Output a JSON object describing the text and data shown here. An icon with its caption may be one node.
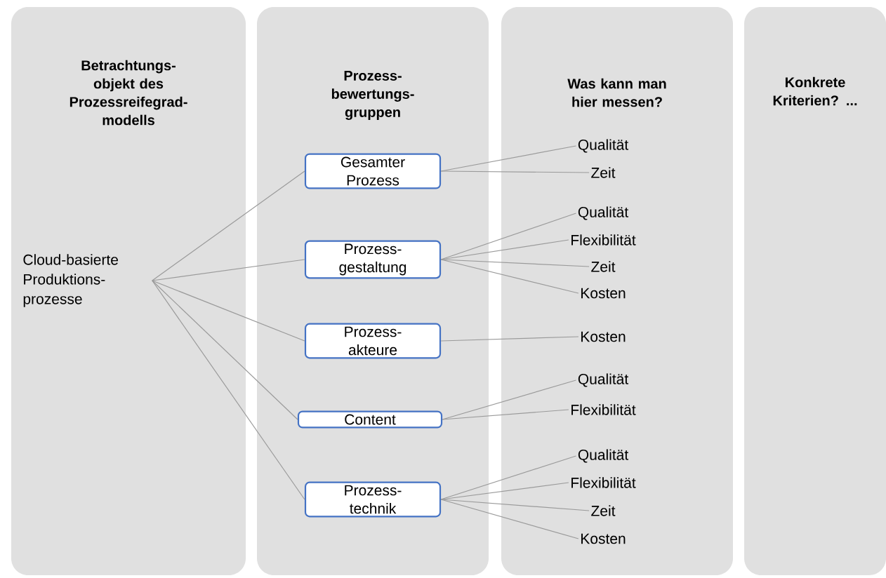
{
  "diagram": {
    "nodes": [
      {
        "text": [
          "Betrachtungs- objekt des Prozessreifegrad- modells"
        ]
      },
      {
        "text": [
          "Prozess- bewertungs- gruppen"
        ]
      },
      {
        "text": [
          "Was kann man hier messen?"
        ]
      },
      {
        "text": [
          "Konkrete Kriterien? ..."
        ]
      },
      {
        "text": [
          "Cloud-basierte Produktions- prozesse"
        ],
        "in": 0
      },
      {
        "text": [
          "Gesamter Prozess"
        ],
        "in": 1
      },
      {
        "text": [
          "Prozess- gestaltung"
        ],
        "in": 1
      },
      {
        "text": [
          "Prozess- akteure"
        ],
        "in": 1
      },
      {
        "text": [
          "Content"
        ],
        "in": 1
      },
      {
        "text": [
          "Prozess- technik"
        ],
        "in": 1
      },
      {
        "text": [
          "Qualität"
        ],
        "in": 2
      },
      {
        "text": [
          "Zeit"
        ],
        "in": 2
      },
      {
        "text": [
          "Qualität"
        ],
        "in": 2
      },
      {
        "text": [
          "Flexibilität"
        ],
        "in": 2
      },
      {
        "text": [
          "Zeit"
        ],
        "in": 2
      },
      {
        "text": [
          "Kosten"
        ],
        "in": 2
      },
      {
        "text": [
          "Kosten"
        ],
        "in": 2
      },
      {
        "text": [
          "Qualität"
        ],
        "in": 2
      },
      {
        "text": [
          "Flexibilität"
        ],
        "in": 2
      },
      {
        "text": [
          "Qualität"
        ],
        "in": 2
      },
      {
        "text": [
          "Flexibilität"
        ],
        "in": 2
      },
      {
        "text": [
          "Zeit"
        ],
        "in": 2
      },
      {
        "text": [
          "Kosten"
        ],
        "in": 2
      }
    ],
    "edges": [
      {
        "from": 4,
        "to": 5,
        "arrow": "none"
      },
      {
        "from": 4,
        "to": 6,
        "arrow": "none"
      },
      {
        "from": 4,
        "to": 7,
        "arrow": "none"
      },
      {
        "from": 4,
        "to": 8,
        "arrow": "none"
      },
      {
        "from": 4,
        "to": 9,
        "arrow": "none"
      },
      {
        "from": 5,
        "to": 10,
        "arrow": "none"
      },
      {
        "from": 5,
        "to": 11,
        "arrow": "none"
      },
      {
        "from": 6,
        "to": 12,
        "arrow": "none"
      },
      {
        "from": 6,
        "to": 13,
        "arrow": "none"
      },
      {
        "from": 6,
        "to": 14,
        "arrow": "none"
      },
      {
        "from": 6,
        "to": 15,
        "arrow": "none"
      },
      {
        "from": 7,
        "to": 16,
        "arrow": "none"
      },
      {
        "from": 8,
        "to": 17,
        "arrow": "none"
      },
      {
        "from": 8,
        "to": 18,
        "arrow": "none"
      },
      {
        "from": 9,
        "to": 19,
        "arrow": "none"
      },
      {
        "from": 9,
        "to": 20,
        "arrow": "none"
      },
      {
        "from": 9,
        "to": 21,
        "arrow": "none"
      },
      {
        "from": 9,
        "to": 22,
        "arrow": "none"
      }
    ]
  }
}
